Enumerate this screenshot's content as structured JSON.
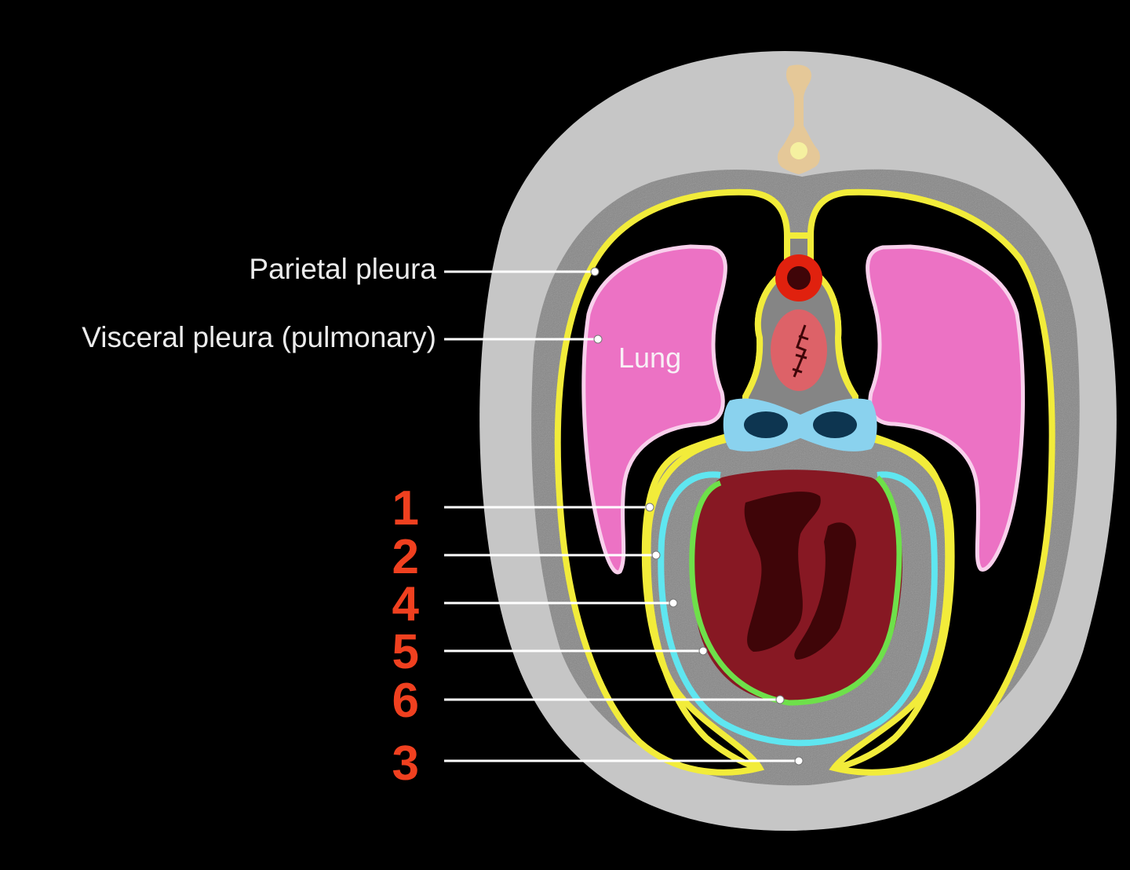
{
  "labels": {
    "parietal_pleura": "Parietal pleura",
    "visceral_pleura": "Visceral pleura (pulmonary)",
    "lung": "Lung"
  },
  "numbers": [
    "1",
    "2",
    "4",
    "5",
    "6",
    "3"
  ],
  "colors": {
    "background": "#000000",
    "body_wall": "#c6c6c6",
    "connective_tissue": "#8a8a8a",
    "pleura": "#f2ec3a",
    "lung": "#ec72c4",
    "lung_outline": "#f9d0ec",
    "pericardium_fibrous": "#5fe6f0",
    "epicardium": "#6ee04a",
    "heart": "#871823",
    "heart_chamber": "#3f0508",
    "aorta": "#e0210e",
    "esophagus": "#dd6268",
    "bronchi": "#8ad2ee",
    "vertebra": "#e5c898",
    "number_labels": "#f0401f"
  }
}
